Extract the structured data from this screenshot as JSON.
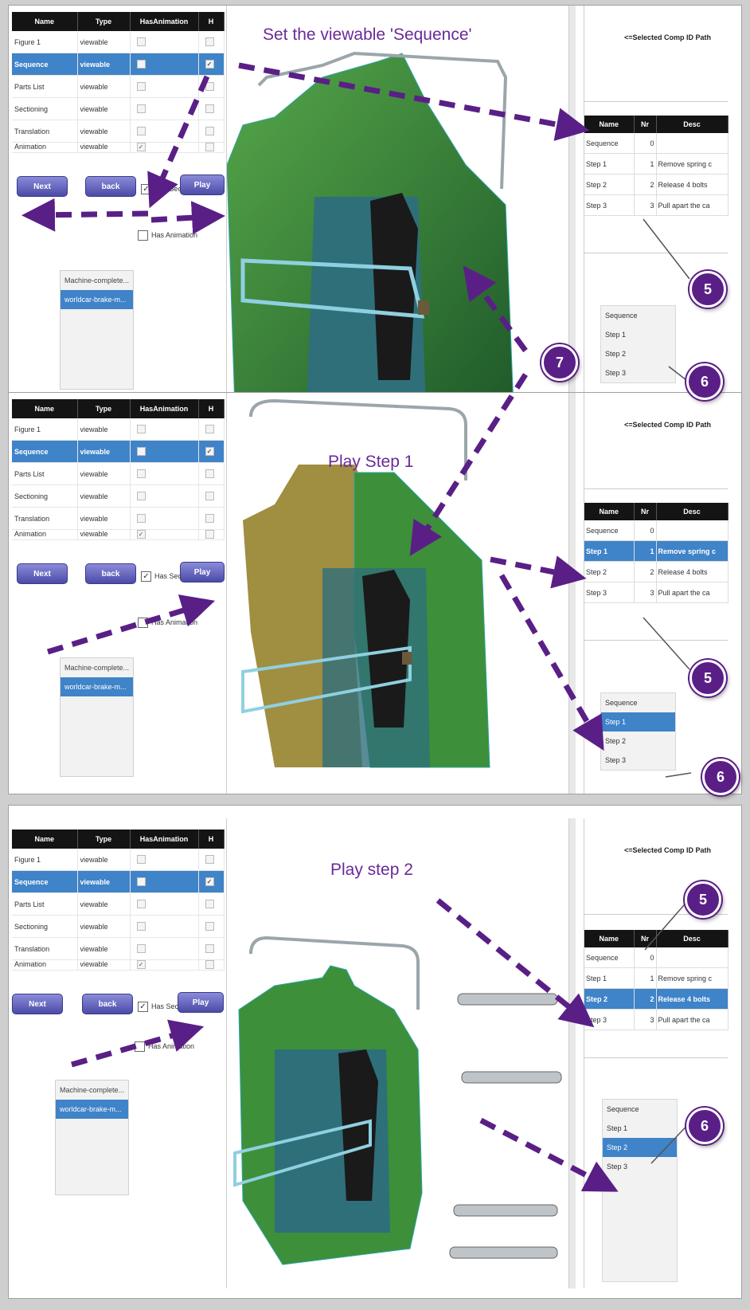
{
  "left_table": {
    "headers": [
      "Name",
      "Type",
      "HasAnimation",
      "H"
    ],
    "rows": [
      {
        "name": "Figure 1",
        "type": "viewable",
        "anim": false,
        "h": false
      },
      {
        "name": "Sequence",
        "type": "viewable",
        "anim": false,
        "h": true
      },
      {
        "name": "Parts List",
        "type": "viewable",
        "anim": false,
        "h": false
      },
      {
        "name": "Sectioning",
        "type": "viewable",
        "anim": false,
        "h": false
      },
      {
        "name": "Translation",
        "type": "viewable",
        "anim": false,
        "h": false
      },
      {
        "name": "Animation",
        "type": "viewable",
        "anim": true,
        "h": false
      }
    ]
  },
  "buttons": {
    "next": "Next",
    "back": "back",
    "play": "Play"
  },
  "checkboxes": {
    "has_sequence": "Has Sec",
    "has_animation": "Has Animation"
  },
  "models_list": [
    "Machine-complete...",
    "worldcar-brake-m..."
  ],
  "right_panel": {
    "comp_id_label": "<=Selected Comp ID Path",
    "headers": [
      "Name",
      "Nr",
      "Desc"
    ],
    "rows": [
      {
        "name": "Sequence",
        "nr": "0",
        "desc": ""
      },
      {
        "name": "Step 1",
        "nr": "1",
        "desc": "Remove spring c"
      },
      {
        "name": "Step 2",
        "nr": "2",
        "desc": "Release 4 bolts"
      },
      {
        "name": "Step 3",
        "nr": "3",
        "desc": "Pull apart the ca"
      }
    ],
    "steps_list": [
      "Sequence",
      "Step 1",
      "Step 2",
      "Step 3"
    ]
  },
  "panels": [
    {
      "caption": "Set the viewable 'Sequence'",
      "selected_step_row": -1,
      "selected_list_item": -1
    },
    {
      "caption": "Play Step 1",
      "selected_step_row": 1,
      "selected_list_item": 1
    },
    {
      "caption": "Play step 2",
      "selected_step_row": 2,
      "selected_list_item": 2
    }
  ],
  "badges": [
    "5",
    "6",
    "7"
  ],
  "colors": {
    "selection": "#3f83c8",
    "annotation": "#6a2a9a",
    "header": "#141414"
  }
}
